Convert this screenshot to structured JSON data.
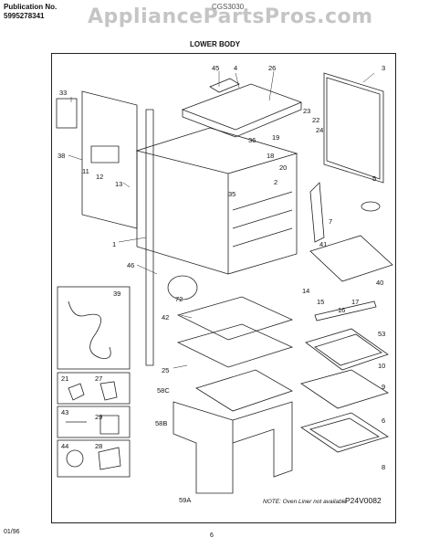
{
  "header": {
    "publication_label": "Publication No.",
    "publication_number": "5995278341",
    "model": "CGS3030",
    "section_title": "LOWER BODY"
  },
  "watermark": "AppliancePartsPros.com",
  "callouts": [
    "45",
    "4",
    "26",
    "3",
    "33",
    "23",
    "22",
    "24",
    "38",
    "36",
    "19",
    "18",
    "20",
    "11",
    "12",
    "13",
    "35",
    "2",
    "5",
    "7",
    "41",
    "1",
    "46",
    "40",
    "14",
    "15",
    "17",
    "16",
    "72",
    "39",
    "42",
    "53",
    "10",
    "25",
    "9",
    "58C",
    "21",
    "27",
    "6",
    "43",
    "29",
    "58B",
    "44",
    "28",
    "8",
    "59A"
  ],
  "note": "NOTE: Oven Liner not available",
  "diagram_code": "P24V0082",
  "footer": {
    "date": "01/96",
    "page": "6"
  }
}
